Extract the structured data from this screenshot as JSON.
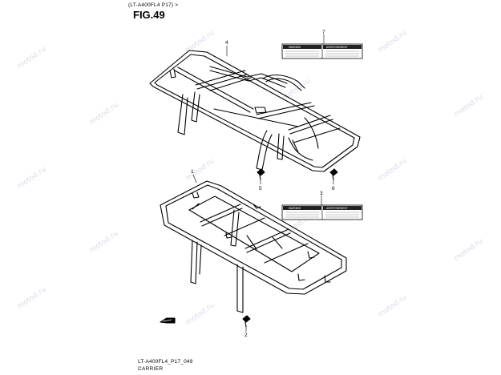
{
  "header": {
    "model_ref": "(LT-A400FL4 P17) >",
    "figure": "FIG.49"
  },
  "footer": {
    "code": "LT-A400FL4_P17_049",
    "name": "CARRIER"
  },
  "callouts": [
    "1",
    "2",
    "3",
    "4",
    "5",
    "6",
    "7"
  ],
  "label": {
    "left_text": "WARNING",
    "right_text": "AVERTISSEMENT"
  },
  "watermark": "motod.ru"
}
